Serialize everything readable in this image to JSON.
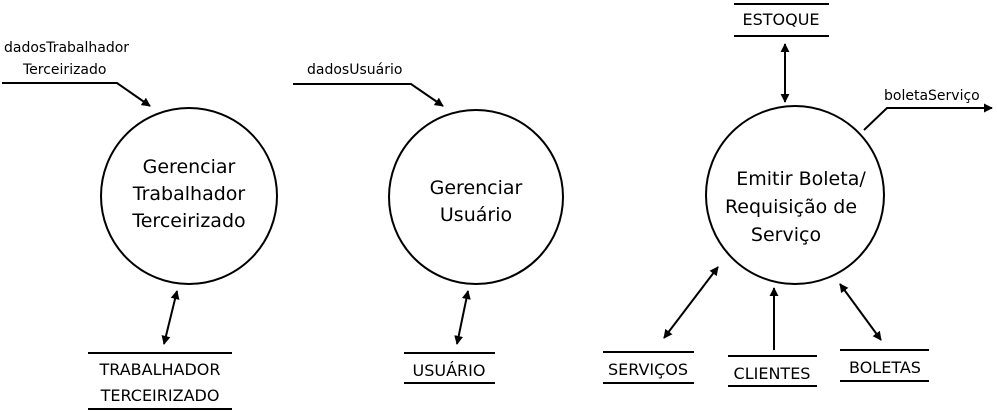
{
  "processes": [
    {
      "lines": [
        "Gerenciar",
        "Trabalhador",
        "Terceirizado"
      ]
    },
    {
      "lines": [
        "Gerenciar",
        "Usuário"
      ]
    },
    {
      "lines": [
        "Emitir Boleta/",
        "Requisição de",
        "Serviço"
      ]
    }
  ],
  "data_stores": {
    "trabalhador_terceirizado": [
      "TRABALHADOR",
      "TERCEIRIZADO"
    ],
    "usuario": [
      "USUÁRIO"
    ],
    "estoque": [
      "ESTOQUE"
    ],
    "servicos": [
      "SERVIÇOS"
    ],
    "clientes": [
      "CLIENTES"
    ],
    "boletas": [
      "BOLETAS"
    ]
  },
  "flows": {
    "dados_trabalhador_terceirizado": [
      "dadosTrabalhador",
      "Terceirizado"
    ],
    "dados_usuario": [
      "dadosUsuário"
    ],
    "boleta_servico": [
      "boletaServiço"
    ]
  }
}
